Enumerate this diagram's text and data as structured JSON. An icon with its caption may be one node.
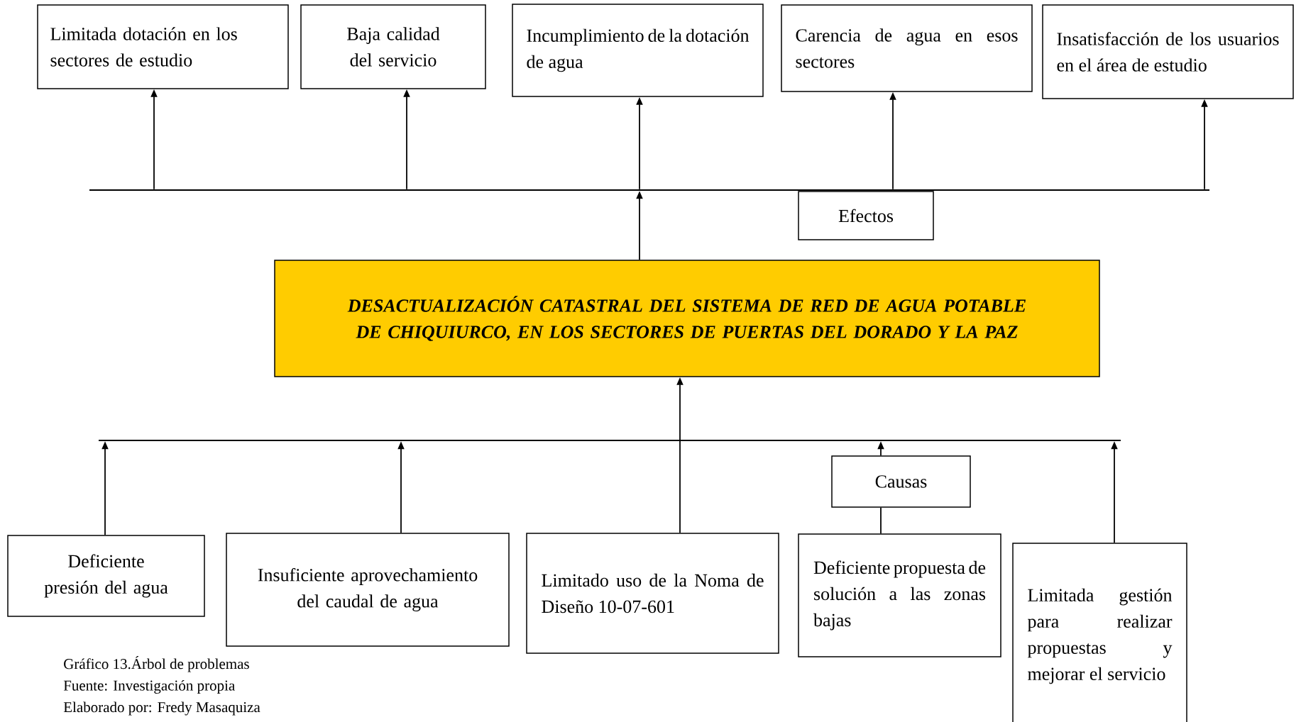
{
  "diagram": {
    "nodes": [
      {
        "text": [
          "Limitada dotación en los sectores de estudio"
        ]
      },
      {
        "text": [
          "Baja calidad del servicio"
        ]
      },
      {
        "text": [
          "Incumplimiento de la dotación de agua"
        ]
      },
      {
        "text": [
          "Carencia de agua en esos sectores"
        ]
      },
      {
        "text": [
          "Insatisfacción de los usuarios en el área de estudio"
        ]
      },
      {
        "text": [],
        "shape": "bar"
      },
      {
        "text": [
          "Efectos"
        ]
      },
      {
        "text": [
          "DESACTUALIZACIÓN CATASTRAL DEL SISTEMA DE RED DE AGUA POTABLE DE CHIQUIURCO, EN LOS SECTORES DE PUERTAS DEL DORADO Y LA PAZ"
        ]
      },
      {
        "text": [],
        "shape": "bar"
      },
      {
        "text": [
          "Causas"
        ]
      },
      {
        "text": [
          "Deficiente presión del agua"
        ]
      },
      {
        "text": [
          "Insuficiente aprovechamiento del caudal de agua"
        ]
      },
      {
        "text": [
          "Limitado uso de la Noma de Diseño 10-07-601"
        ]
      },
      {
        "text": [
          "Deficiente propuesta de solución a las zonas bajas"
        ]
      },
      {
        "text": [
          "Limitada gestión para realizar propuestas y mejorar el servicio"
        ]
      }
    ],
    "edges": [
      {
        "from": 7,
        "to": 5,
        "arrow": "to"
      },
      {
        "from": 5,
        "to": 0,
        "arrow": "to"
      },
      {
        "from": 5,
        "to": 1,
        "arrow": "to"
      },
      {
        "from": 5,
        "to": 2,
        "arrow": "to"
      },
      {
        "from": 5,
        "to": 3,
        "arrow": "to"
      },
      {
        "from": 5,
        "to": 4,
        "arrow": "to"
      },
      {
        "from": 10,
        "to": 8,
        "arrow": "to"
      },
      {
        "from": 11,
        "to": 8,
        "arrow": "to"
      },
      {
        "from": 12,
        "to": 7,
        "arrow": "to"
      },
      {
        "from": 13,
        "to": 9,
        "arrow": "none"
      },
      {
        "from": 9,
        "to": 8,
        "arrow": "to"
      },
      {
        "from": 14,
        "to": 8,
        "arrow": "to"
      }
    ],
    "labels": [
      "Gráfico 13.Árbol de problemas",
      "Fuente: Investigación propia",
      "Elaborado por: Fredy Masaquiza"
    ]
  }
}
